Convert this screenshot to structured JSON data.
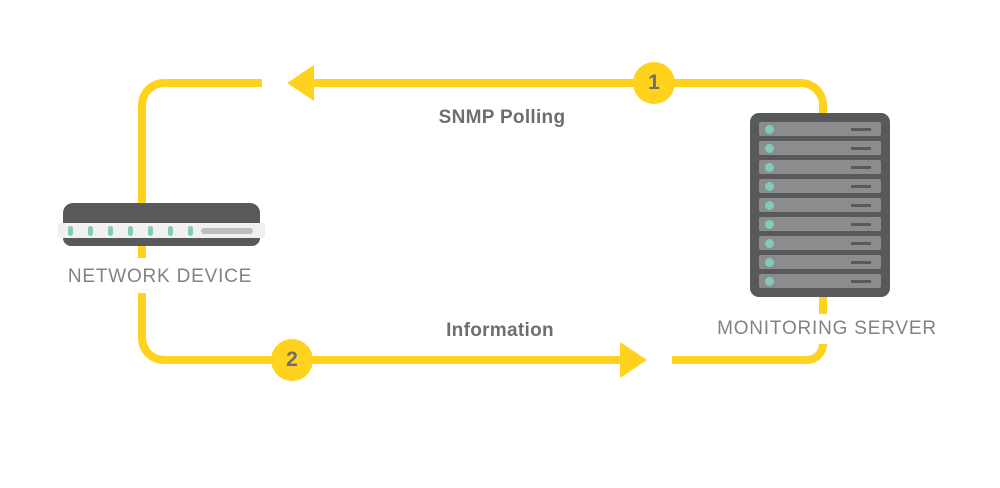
{
  "nodes": {
    "network_device": {
      "label": "NETWORK DEVICE"
    },
    "monitoring_server": {
      "label": "MONITORING SERVER"
    }
  },
  "flows": [
    {
      "step": "1",
      "label": "SNMP Polling",
      "from": "monitoring_server",
      "to": "network_device"
    },
    {
      "step": "2",
      "label": "Information",
      "from": "network_device",
      "to": "monitoring_server"
    }
  ],
  "icons": {
    "network_device": {
      "led_count": 7
    },
    "monitoring_server": {
      "slot_count": 9
    }
  },
  "colors": {
    "flow_yellow": "#FFD21E",
    "dark_gray": "#58595B",
    "slot_gray": "#8A8C8E",
    "teal": "#7FCDB6",
    "node_label_gray": "#808285",
    "flow_label_gray": "#6D6E71",
    "device_body": "#F0F0F1",
    "device_bar": "#BCBEC0"
  }
}
